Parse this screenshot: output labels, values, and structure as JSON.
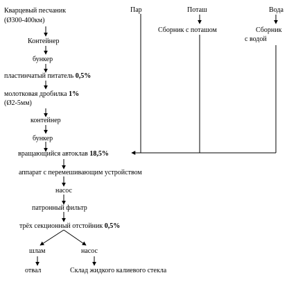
{
  "nodes": {
    "quartz_sand": "Кварцевый песчаник",
    "quartz_sand_size": "(Ø300-400км)",
    "container1": "Контейнер",
    "bunker1": "бункер",
    "plate_feeder": "пластинчатый питатель",
    "plate_feeder_pct": "0,5%",
    "hammer_crusher": "молотковая дробилка",
    "hammer_crusher_pct": "1%",
    "hammer_crusher_size": "(Ø2-5мм)",
    "container2": "контейнер",
    "bunker2": "бункер",
    "autoclave": "вращающийся автоклав",
    "autoclave_pct": "18,5%",
    "mixer": "аппарат с перемешивающим устройством",
    "pump1": "насос",
    "cartridge_filter": "патронный фильтр",
    "settler": "трёх секционный отстойник",
    "settler_pct": "0,5%",
    "sludge": "шлам",
    "pump2": "насос",
    "dump": "отвал",
    "storage": "Склад жидкого калиевого стекла"
  },
  "inputs": {
    "steam": "Пар",
    "potash": "Поташ",
    "water": "Вода",
    "potash_collector": "Сборник с поташом",
    "water_collector_line1": "Сборник",
    "water_collector_line2": "с водой"
  }
}
